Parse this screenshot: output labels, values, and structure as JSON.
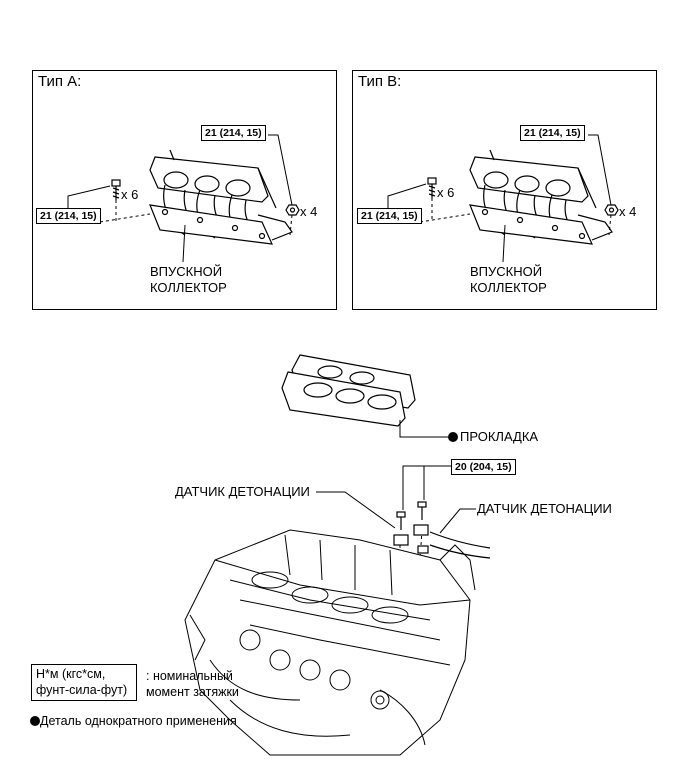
{
  "panel_a": {
    "title": "Тип A:",
    "torque_top": "21 (214, 15)",
    "torque_left": "21 (214, 15)",
    "bolt_count": "x 6",
    "nut_count": "x 4",
    "part_label_1": "ВПУСКНОЙ",
    "part_label_2": "КОЛЛЕКТОР"
  },
  "panel_b": {
    "title": "Тип B:",
    "torque_top": "21 (214, 15)",
    "torque_left": "21 (214, 15)",
    "bolt_count": "x 6",
    "nut_count": "x 4",
    "part_label_1": "ВПУСКНОЙ",
    "part_label_2": "КОЛЛЕКТОР"
  },
  "gasket_label": "ПРОКЛАДКА",
  "knock_sensor_torque": "20 (204, 15)",
  "knock_sensor_left": "ДАТЧИК ДЕТОНАЦИИ",
  "knock_sensor_right": "ДАТЧИК ДЕТОНАЦИИ",
  "legend": {
    "torque_unit_1": "Н*м (кгс*см,",
    "torque_unit_2": "фунт-сила-фут)",
    "torque_desc_1": ": номинальный",
    "torque_desc_2": "момент затяжки",
    "single_use": "Деталь однократного применения"
  }
}
